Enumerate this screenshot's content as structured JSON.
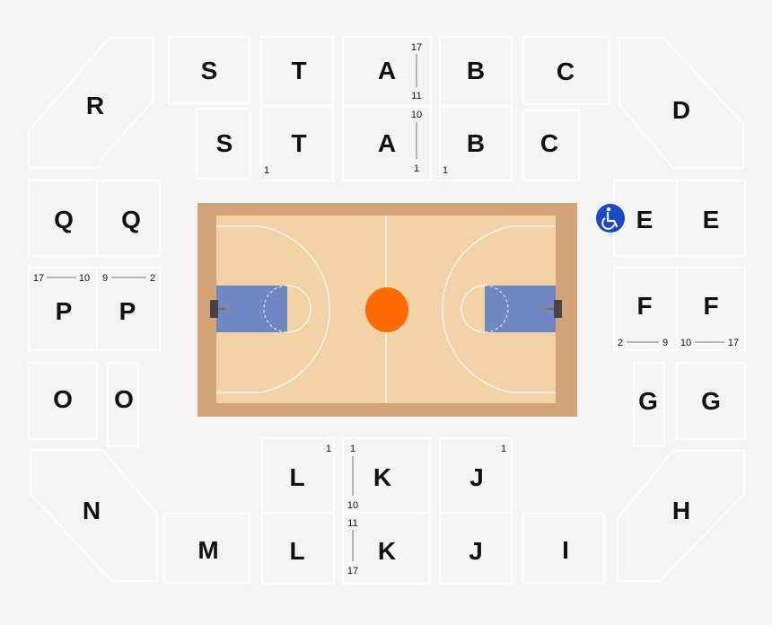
{
  "colors": {
    "background": "#f4f4f4",
    "section_fill": "#f4f4f4",
    "section_stroke": "#ffffff",
    "court_border": "#d2a478",
    "court_floor": "#f3d2a6",
    "key_paint": "#6f87c2",
    "center_ball": "#ff6a00",
    "accessible_badge": "#1a49c8"
  },
  "sections": {
    "S_upper": "S",
    "S_lower": "S",
    "T_upper": "T",
    "T_lower": "T",
    "A_upper": "A",
    "A_lower": "A",
    "B_upper": "B",
    "B_lower": "B",
    "C_upper": "C",
    "C_lower": "C",
    "R": "R",
    "D": "D",
    "Q_left": "Q",
    "Q_right": "Q",
    "E_left": "E",
    "E_right": "E",
    "P_left": "P",
    "P_right": "P",
    "F_left": "F",
    "F_right": "F",
    "O_left": "O",
    "O_right": "O",
    "G_left": "G",
    "G_right": "G",
    "N": "N",
    "H": "H",
    "L_upper": "L",
    "L_lower": "L",
    "K_upper": "K",
    "K_lower": "K",
    "J_upper": "J",
    "J_lower": "J",
    "M": "M",
    "I": "I"
  },
  "row_labels": {
    "a_upper_top": "17",
    "a_upper_bottom": "11",
    "a_lower_top": "10",
    "a_lower_bottom": "1",
    "t_lower": "1",
    "b_lower": "1",
    "p_left_start": "17",
    "p_left_end": "10",
    "p_right_start": "9",
    "p_right_end": "2",
    "f_left_start": "2",
    "f_left_end": "9",
    "f_right_start": "10",
    "f_right_end": "17",
    "l_upper": "1",
    "j_upper": "1",
    "k_upper_top": "1",
    "k_upper_bottom": "10",
    "k_lower_top": "11",
    "k_lower_bottom": "17"
  },
  "icons": {
    "accessible": "wheelchair-accessible-icon",
    "center_ball": "basketball-center-icon",
    "hoop_left": "basketball-hoop-icon",
    "hoop_right": "basketball-hoop-icon"
  }
}
